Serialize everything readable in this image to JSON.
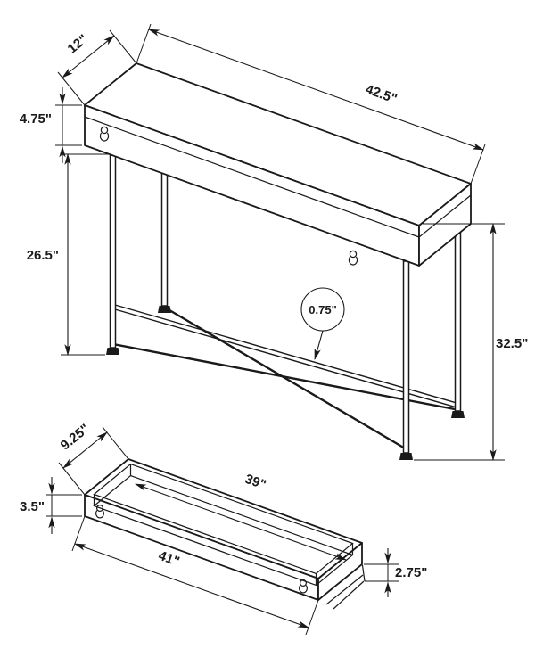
{
  "diagram": {
    "ink_color": "#1a1a1a",
    "background_color": "#ffffff",
    "table": {
      "top_depth": "12\"",
      "top_length": "42.5\"",
      "apron_height": "4.75\"",
      "leg_height": "26.5\"",
      "overall_height": "32.5\"",
      "tube_diameter": "0.75\""
    },
    "drawer": {
      "depth": "9.25\"",
      "interior_length": "39\"",
      "height": "3.5\"",
      "exterior_length": "41\"",
      "glide_height": "2.75\""
    }
  }
}
